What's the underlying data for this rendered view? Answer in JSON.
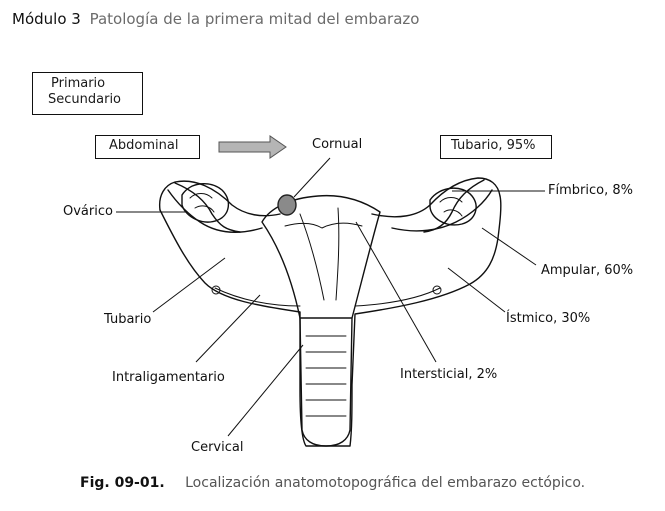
{
  "header": {
    "module": "Módulo 3",
    "subtitle": "Patología de la primera mitad del embarazo"
  },
  "legend_box": {
    "line1": "Primario",
    "line2": "Secundario"
  },
  "boxes": {
    "abdominal": "Abdominal",
    "tubario_total": "Tubario, 95%"
  },
  "labels": {
    "cornual": "Cornual",
    "ovarico": "Ovárico",
    "tubario": "Tubario",
    "intraligamentario": "Intraligamentario",
    "cervical": "Cervical",
    "fimbrico": "Fímbrico, 8%",
    "ampular": "Ampular, 60%",
    "istmico": "Ístmico, 30%",
    "intersticial": "Intersticial, 2%"
  },
  "caption": {
    "number": "Fig. 09-01.",
    "text": "Localización anatomotopográfica del embarazo ectópico."
  },
  "colors": {
    "cornual_marker": "#8a8a8a",
    "arrow_fill": "#b5b5b5"
  }
}
